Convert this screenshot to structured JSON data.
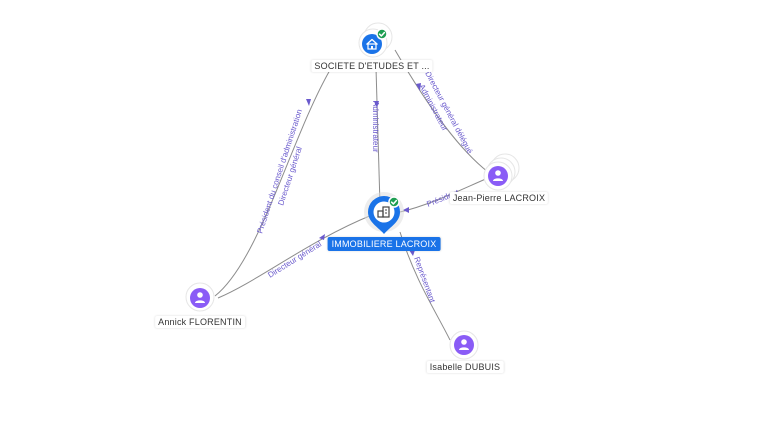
{
  "nodes": {
    "societe": {
      "label": "SOCIETE D'ETUDES ET ...",
      "icon": "house-icon",
      "verified": true
    },
    "immobiliere": {
      "label": "IMMOBILIERE LACROIX",
      "icon": "building-icon",
      "verified": true
    },
    "jean_pierre": {
      "label": "Jean-Pierre LACROIX",
      "icon": "person-icon"
    },
    "annick": {
      "label": "Annick FLORENTIN",
      "icon": "person-icon"
    },
    "isabelle": {
      "label": "Isabelle DUBUIS",
      "icon": "person-icon"
    }
  },
  "edges": {
    "annick_societe_1": "Président du conseil d'administration",
    "annick_societe_2": "Directeur général",
    "immo_societe": "Administrateur",
    "jp_societe_1": "Directeur général délégué",
    "jp_societe_2": "Administrateur",
    "jp_immo": "Président",
    "annick_immo": "Directeur général",
    "isabelle_immo": "Représentant"
  },
  "colors": {
    "primary": "#1a73e8",
    "person": "#8a5cf6",
    "verified": "#1e9e52",
    "edge_label": "#6a5acd"
  }
}
